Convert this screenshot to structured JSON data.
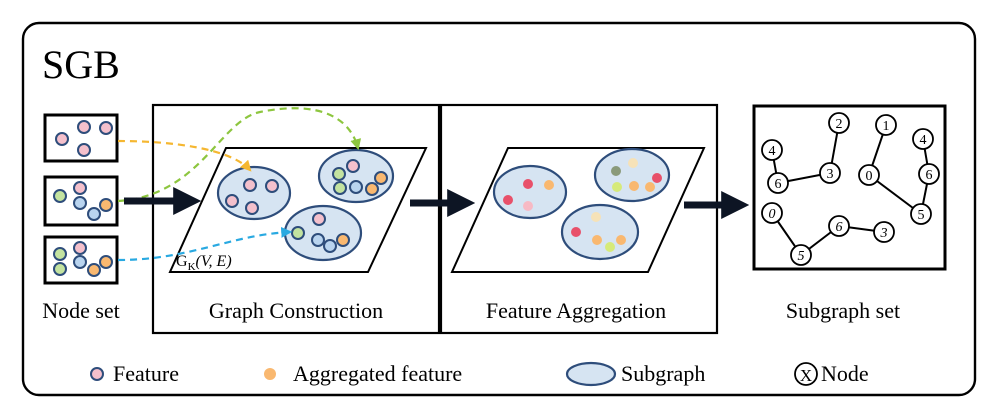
{
  "title": "SGB",
  "stages": {
    "node_set": "Node set",
    "graph_construction": "Graph Construction",
    "feature_aggregation": "Feature Aggregation",
    "subgraph_set": "Subgraph set"
  },
  "graph_label": {
    "symbol": "G",
    "subscript": "K",
    "args": "(V, E)"
  },
  "legend": {
    "feature": "Feature",
    "aggregated_feature": "Aggregated feature",
    "subgraph": "Subgraph",
    "node_symbol": "X",
    "node": "Node"
  },
  "colors": {
    "pink": "#f4c0cc",
    "green": "#c3e3a0",
    "blue": "#b9d4ef",
    "orange": "#f9b870",
    "subgraph_fill": "#d6e4f2",
    "subgraph_stroke": "#2e4d7b",
    "arrow_orange": "#f5b731",
    "arrow_green": "#8dc63f",
    "arrow_blue": "#29a9e1",
    "agg_red": "#e8506a",
    "agg_orange": "#f9b870",
    "agg_pink": "#f7b9c4",
    "agg_green": "#9ccc65",
    "agg_yellow": "#f6e2b8",
    "agg_lime": "#d6ea7a",
    "agg_gray": "#8a9a7a"
  },
  "subgraph_nodes": {
    "labels": [
      "2",
      "1",
      "4",
      "4",
      "6",
      "3",
      "0",
      "6",
      "5",
      "0",
      "6",
      "3",
      "5"
    ]
  }
}
